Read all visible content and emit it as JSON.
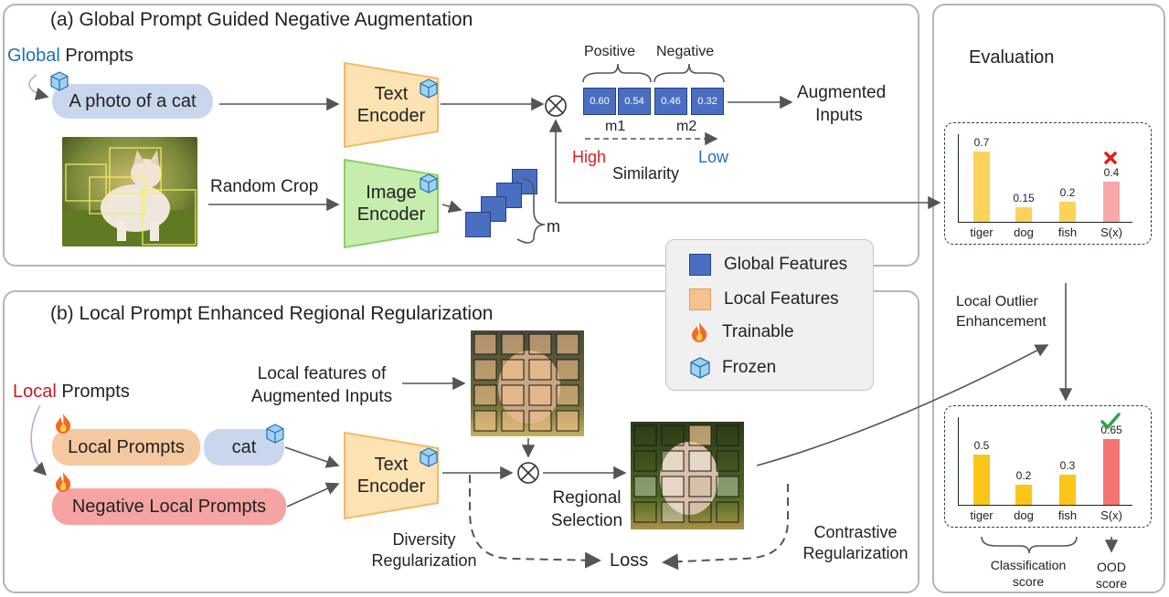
{
  "panel_a": {
    "title": "(a) Global Prompt Guided Negative Augmentation",
    "global_word": "Global",
    "prompts_word": " Prompts",
    "prompt_text": "A photo of a cat",
    "text_encoder": "Text Encoder",
    "image_encoder": "Image Encoder",
    "random_crop": "Random Crop",
    "m_label": "m",
    "positive": "Positive",
    "negative": "Negative",
    "features": [
      "0.60",
      "0.54",
      "0.46",
      "0.32"
    ],
    "m1": "m1",
    "m2": "m2",
    "high": "High",
    "low": "Low",
    "similarity": "Similarity",
    "augmented_inputs": "Augmented Inputs"
  },
  "panel_b": {
    "title": "(b) Local Prompt Enhanced Regional Regularization",
    "local_word": "Local",
    "prompts_word": " Prompts",
    "local_prompts": "Local Prompts",
    "cat": "cat",
    "negative_local_prompts": "Negative Local Prompts",
    "text_encoder": "Text Encoder",
    "local_features_label": "Local features of Augmented Inputs",
    "regional_selection": "Regional Selection",
    "diversity_regularization": "Diversity Regularization",
    "contrastive_regularization": "Contrastive Regularization",
    "loss": "Loss"
  },
  "legend": {
    "global_features": "Global Features",
    "local_features": "Local Features",
    "trainable": "Trainable",
    "frozen": "Frozen"
  },
  "evaluation": {
    "title": "Evaluation",
    "local_outlier_enhancement": "Local Outlier Enhancement",
    "classification_score": "Classification score",
    "ood_score": "OOD score"
  },
  "chart_data": [
    {
      "type": "bar",
      "categories": [
        "tiger",
        "dog",
        "fish",
        "S(x)"
      ],
      "values": [
        0.7,
        0.15,
        0.2,
        0.4
      ],
      "value_labels": [
        "0.7",
        "0.15",
        "0.2",
        "0.4"
      ],
      "status": "wrong",
      "colors": [
        "#fbd25a",
        "#fbd25a",
        "#fbd25a",
        "#f7a8aa"
      ]
    },
    {
      "type": "bar",
      "categories": [
        "tiger",
        "dog",
        "fish",
        "S(x)"
      ],
      "values": [
        0.5,
        0.2,
        0.3,
        0.65
      ],
      "value_labels": [
        "0.5",
        "0.2",
        "0.3",
        "0.65"
      ],
      "status": "correct",
      "colors": [
        "#fbc51a",
        "#fbc51a",
        "#fbc51a",
        "#f47474"
      ]
    }
  ],
  "colors": {
    "global_blue": "#1f6fb5",
    "local_red": "#c0201f",
    "feature_blue": "#4a6fc2",
    "local_orange": "#f5c28e",
    "encoder_orange": "#fde2b4",
    "encoder_green": "#c6ecae",
    "prompt_blue": "#c9d7ee",
    "negative_pink": "#f6a3a3",
    "wrong": "#e02020",
    "correct": "#2aa84a"
  },
  "icons": [
    "frozen-cube-icon",
    "trainable-flame-icon",
    "otimes-icon",
    "wrong-cross-icon",
    "correct-check-icon",
    "cat-photo"
  ]
}
